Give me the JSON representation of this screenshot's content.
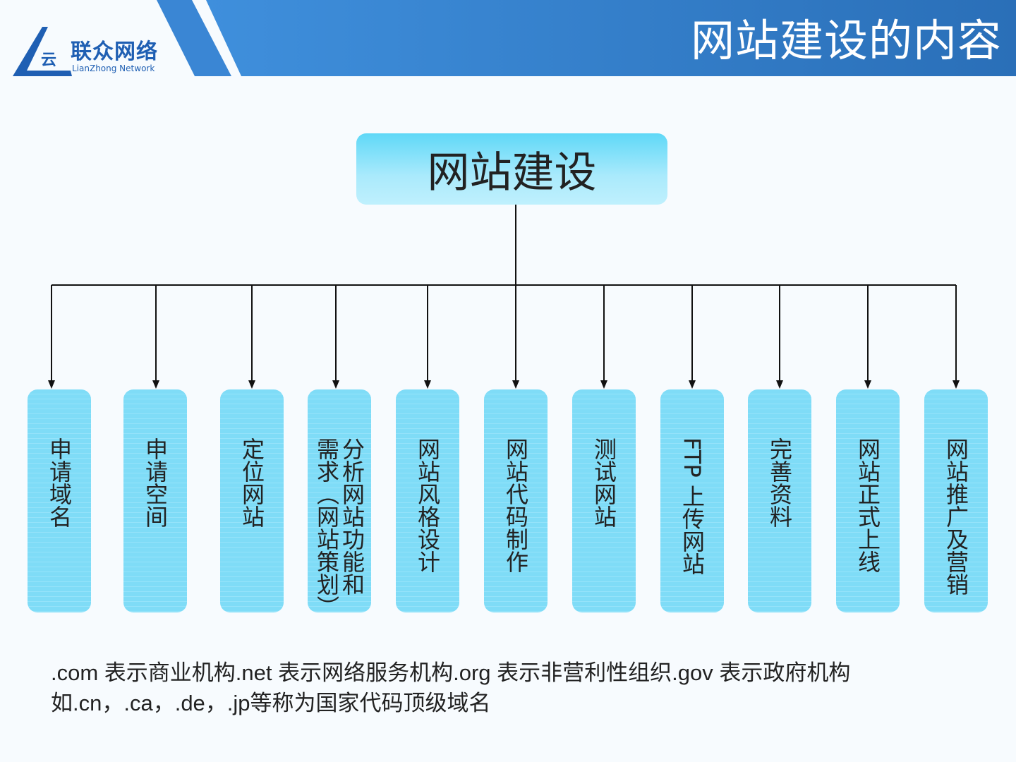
{
  "header": {
    "title": "网站建设的内容",
    "logo_cn": "联众网络",
    "logo_en": "LianZhong Network"
  },
  "diagram": {
    "root": "网站建设",
    "children": [
      "申请域名",
      "申请空间",
      "定位网站",
      "分析网站功能和需求（网站策划）",
      "网站风格设计",
      "网站代码制作",
      "测试网站",
      "FTP 上传网站",
      "完善资料",
      "网站正式上线",
      "网站推广及营销"
    ]
  },
  "note": ".com 表示商业机构.net 表示网络服务机构.org 表示非营利性组织.gov 表示政府机构如.cn，.ca，.de，.jp等称为国家代码顶级域名",
  "colors": {
    "header_blue": "#2f7fd0",
    "box_cyan": "#7fdcf7",
    "logo_blue": "#1f5fb3"
  }
}
